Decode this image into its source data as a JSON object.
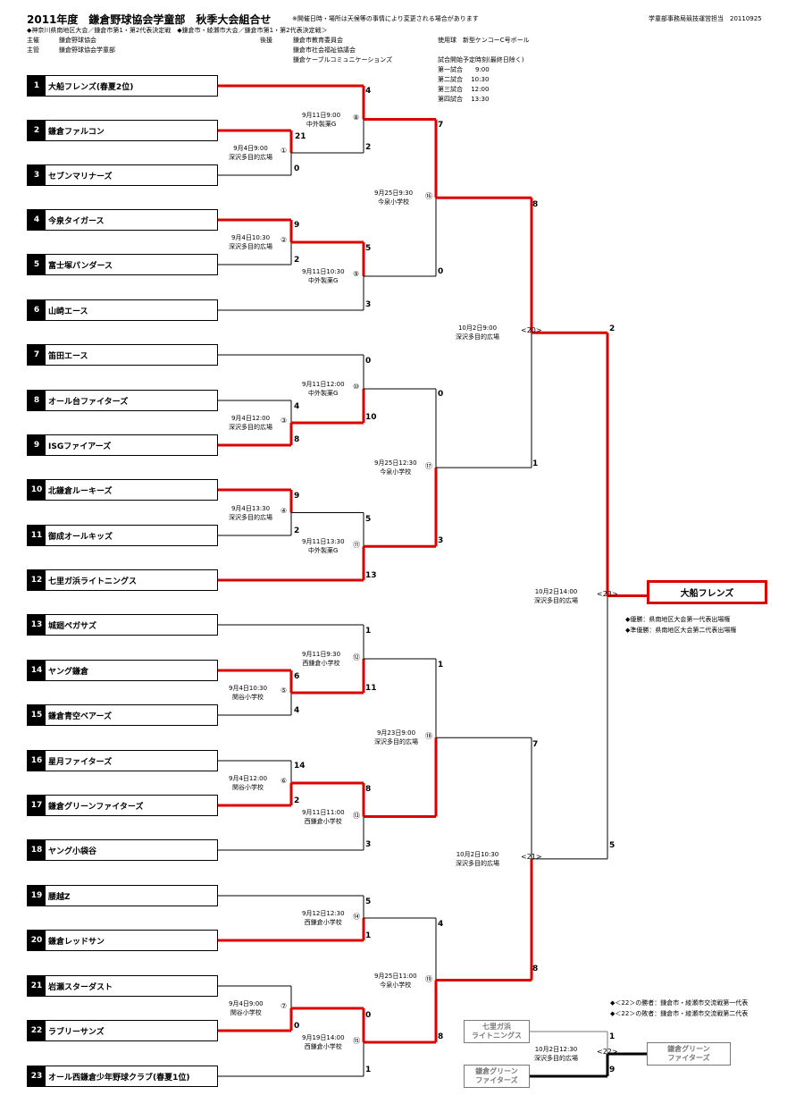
{
  "header": {
    "title": "2011年度　鎌倉野球協会学童部　秋季大会組合せ",
    "notice": "※開催日時・場所は天候等の事情により変更される場合があります",
    "credit": "学童部事務局競技運営担当　20110925",
    "qualifier_line": "◆神奈川県南地区大会／鎌倉市第1・第2代表決定戦　◆鎌倉市・綾瀬市大会／鎌倉市第1・第2代表決定戦＞",
    "host_label": "主催",
    "host": "鎌倉野球協会",
    "organizer_label": "主管",
    "organizer": "鎌倉野球協会学童部",
    "support_label": "後援",
    "supporters": [
      "鎌倉市教育委員会",
      "鎌倉市社会福祉協議会",
      "鎌倉ケーブルコミュニケーションズ"
    ],
    "ball": "使用球　新型ケンコーC号ボール",
    "schedule_title": "試合開始予定時刻(最終日除く)",
    "schedule": [
      "第一試合　　9:00",
      "第二試合　 10:30",
      "第三試合　 12:00",
      "第四試合　 13:30"
    ]
  },
  "teams": [
    {
      "n": "1",
      "name": "大船フレンズ(春夏2位)"
    },
    {
      "n": "2",
      "name": "鎌倉ファルコン"
    },
    {
      "n": "3",
      "name": "セブンマリナーズ"
    },
    {
      "n": "4",
      "name": "今泉タイガース"
    },
    {
      "n": "5",
      "name": "富士塚パンダース"
    },
    {
      "n": "6",
      "name": "山崎エース"
    },
    {
      "n": "7",
      "name": "笛田エース"
    },
    {
      "n": "8",
      "name": "オール台ファイターズ"
    },
    {
      "n": "9",
      "name": "ISGファイアーズ"
    },
    {
      "n": "10",
      "name": "北鎌倉ルーキーズ"
    },
    {
      "n": "11",
      "name": "御成オールキッズ"
    },
    {
      "n": "12",
      "name": "七里ガ浜ライトニングス"
    },
    {
      "n": "13",
      "name": "城廻ペガサズ"
    },
    {
      "n": "14",
      "name": "ヤング鎌倉"
    },
    {
      "n": "15",
      "name": "鎌倉青空ベアーズ"
    },
    {
      "n": "16",
      "name": "星月ファイターズ"
    },
    {
      "n": "17",
      "name": "鎌倉グリーンファイターズ"
    },
    {
      "n": "18",
      "name": "ヤング小袋谷"
    },
    {
      "n": "19",
      "name": "腰越Z"
    },
    {
      "n": "20",
      "name": "鎌倉レッドサン"
    },
    {
      "n": "21",
      "name": "岩瀬スターダスト"
    },
    {
      "n": "22",
      "name": "ラブリーサンズ"
    },
    {
      "n": "23",
      "name": "オール西鎌倉少年野球クラブ(春夏1位)"
    }
  ],
  "matches": [
    {
      "id": "①",
      "date": "9月4日9:00",
      "place": "深沢多目的広場"
    },
    {
      "id": "②",
      "date": "9月4日10:30",
      "place": "深沢多目的広場"
    },
    {
      "id": "③",
      "date": "9月4日12:00",
      "place": "深沢多目的広場"
    },
    {
      "id": "④",
      "date": "9月4日13:30",
      "place": "深沢多目的広場"
    },
    {
      "id": "⑤",
      "date": "9月4日10:30",
      "place": "関谷小学校"
    },
    {
      "id": "⑥",
      "date": "9月4日12:00",
      "place": "関谷小学校"
    },
    {
      "id": "⑦",
      "date": "9月4日9:00",
      "place": "関谷小学校"
    },
    {
      "id": "⑧",
      "date": "9月11日9:00",
      "place": "中外製薬G"
    },
    {
      "id": "⑨",
      "date": "9月11日10:30",
      "place": "中外製薬G"
    },
    {
      "id": "⑩",
      "date": "9月11日12:00",
      "place": "中外製薬G"
    },
    {
      "id": "⑪",
      "date": "9月11日13:30",
      "place": "中外製薬G"
    },
    {
      "id": "⑫",
      "date": "9月11日9:30",
      "place": "西鎌倉小学校"
    },
    {
      "id": "⑬",
      "date": "9月11日11:00",
      "place": "西鎌倉小学校"
    },
    {
      "id": "⑭",
      "date": "9月12日12:30",
      "place": "西鎌倉小学校"
    },
    {
      "id": "⑮",
      "date": "9月19日14:00",
      "place": "西鎌倉小学校"
    },
    {
      "id": "⑯",
      "date": "9月25日9:30",
      "place": "今泉小学校"
    },
    {
      "id": "⑰",
      "date": "9月25日12:30",
      "place": "今泉小学校"
    },
    {
      "id": "⑱",
      "date": "9月23日9:00",
      "place": "深沢多目的広場"
    },
    {
      "id": "⑲",
      "date": "9月25日11:00",
      "place": "今泉小学校"
    },
    {
      "id": "<20>",
      "date": "10月2日9:00",
      "place": "深沢多目的広場"
    },
    {
      "id": "<21>",
      "date": "10月2日10:30",
      "place": "深沢多目的広場"
    },
    {
      "id": "<23>",
      "date": "10月2日14:00",
      "place": "深沢多目的広場"
    },
    {
      "id": "<22>",
      "date": "10月2日12:30",
      "place": "深沢多目的広場"
    }
  ],
  "scores": [
    "4",
    "21",
    "2",
    "0",
    "9",
    "5",
    "2",
    "3",
    "0",
    "4",
    "10",
    "8",
    "9",
    "5",
    "2",
    "13",
    "7",
    "0",
    "0",
    "3",
    "1",
    "6",
    "11",
    "4",
    "1",
    "8",
    "14",
    "2",
    "3",
    "5",
    "1",
    "4",
    "0",
    "0",
    "8",
    "1",
    "8",
    "1",
    "7",
    "8",
    "2",
    "5",
    "2",
    "1",
    "2",
    "9"
  ],
  "champion": "大船フレンズ",
  "notes": {
    "winner": "◆優勝：県南地区大会第一代表出場権",
    "runner_up": "◆準優勝：県南地区大会第二代表出場権",
    "m22_winner": "◆＜22＞の勝者：鎌倉市・綾瀬市交流戦第一代表",
    "m22_loser": "◆＜22＞の敗者：鎌倉市・綾瀬市交流戦第二代表"
  },
  "match22": {
    "top_team": "七里ガ浜\nライトニングス",
    "bottom_team": "鎌倉グリーン\nファイターズ",
    "winner": "鎌倉グリーン\nファイターズ"
  },
  "colors": {
    "win": "#dd0000",
    "line": "#000000",
    "gray": "#777777"
  }
}
